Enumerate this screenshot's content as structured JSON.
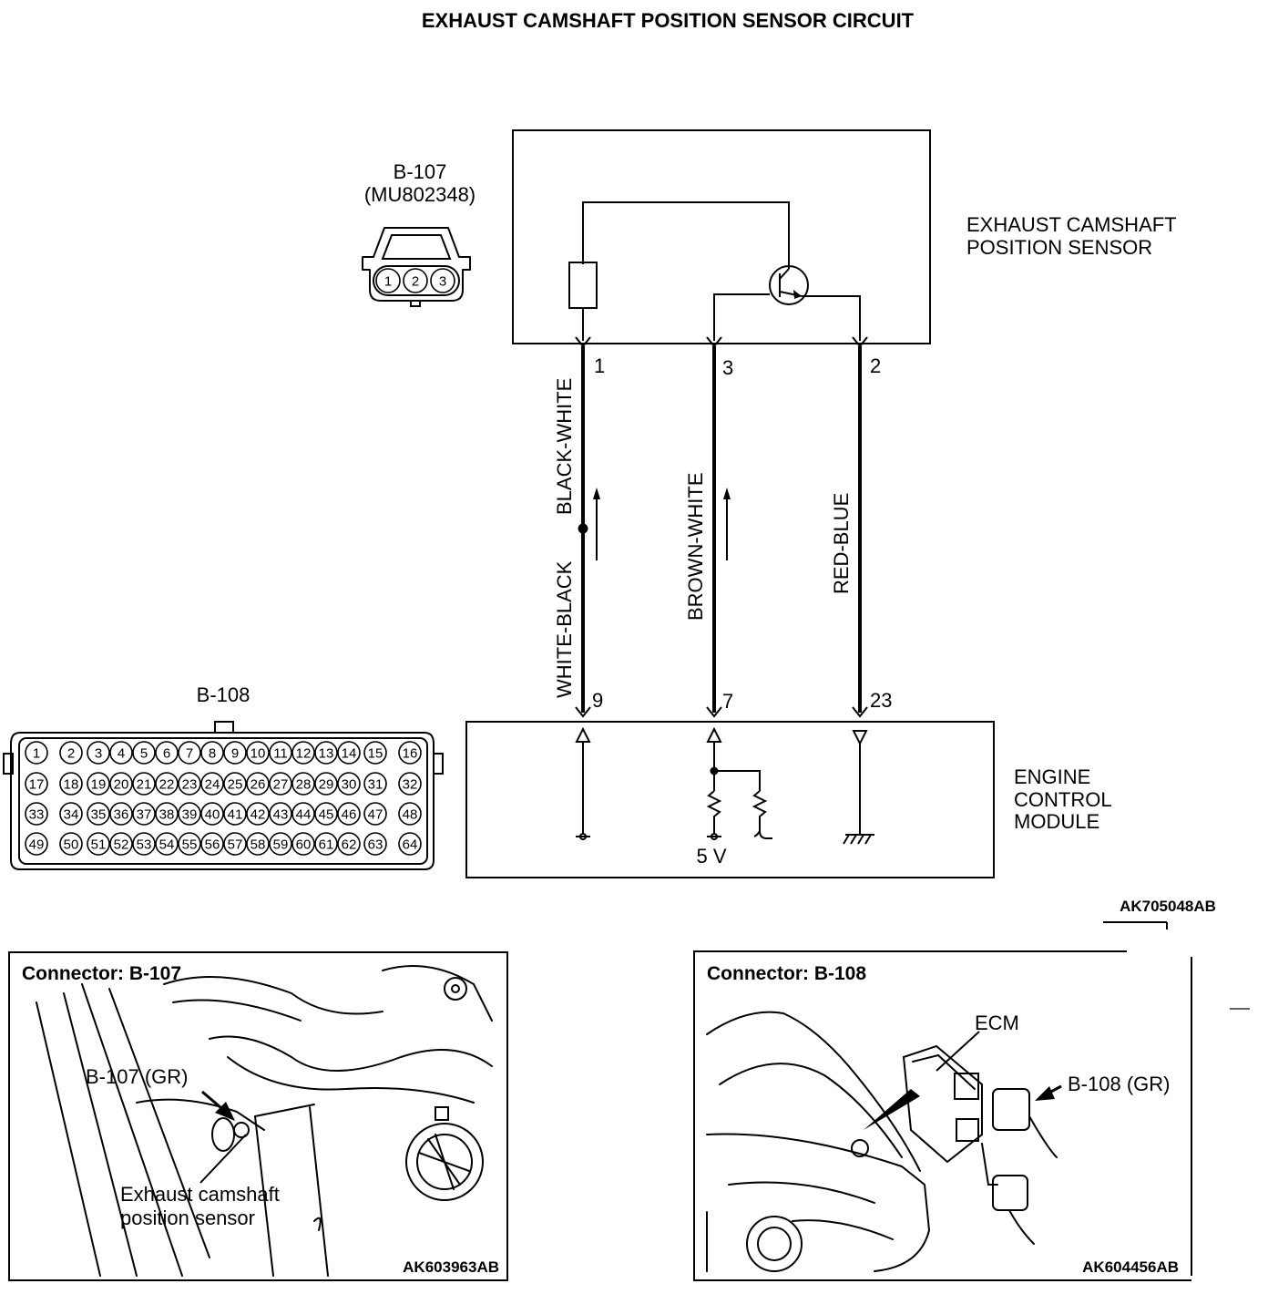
{
  "title": "EXHAUST CAMSHAFT POSITION SENSOR CIRCUIT",
  "sensor": {
    "name_line1": "EXHAUST CAMSHAFT",
    "name_line2": "POSITION SENSOR",
    "pins": [
      "1",
      "3",
      "2"
    ]
  },
  "ecm": {
    "name_line1": "ENGINE",
    "name_line2": "CONTROL",
    "name_line3": "MODULE",
    "pins": [
      "9",
      "7",
      "23"
    ],
    "supply_label": "5 V"
  },
  "wires": {
    "w1_upper": "BLACK-WHITE",
    "w1_lower": "WHITE-BLACK",
    "w2": "BROWN-WHITE",
    "w3": "RED-BLUE"
  },
  "connector_b107": {
    "name": "B-107",
    "part": "(MU802348)",
    "pins": [
      "1",
      "2",
      "3"
    ]
  },
  "connector_b108": {
    "name": "B-108",
    "rows": [
      [
        "1",
        "2",
        "3",
        "4",
        "5",
        "6",
        "7",
        "8",
        "9",
        "10",
        "11",
        "12",
        "13",
        "14",
        "15",
        "16"
      ],
      [
        "17",
        "18",
        "19",
        "20",
        "21",
        "22",
        "23",
        "24",
        "25",
        "26",
        "27",
        "28",
        "29",
        "30",
        "31",
        "32"
      ],
      [
        "33",
        "34",
        "35",
        "36",
        "37",
        "38",
        "39",
        "40",
        "41",
        "42",
        "43",
        "44",
        "45",
        "46",
        "47",
        "48"
      ],
      [
        "49",
        "50",
        "51",
        "52",
        "53",
        "54",
        "55",
        "56",
        "57",
        "58",
        "59",
        "60",
        "61",
        "62",
        "63",
        "64"
      ]
    ]
  },
  "figure_code_top": "AK705048AB",
  "panel_left": {
    "heading": "Connector: B-107",
    "callout": "B-107 (GR)",
    "caption_line1": "Exhaust camshaft",
    "caption_line2": "position sensor",
    "code": "AK603963AB"
  },
  "panel_right": {
    "heading": "Connector: B-108",
    "ecm_label": "ECM",
    "callout": "B-108 (GR)",
    "code": "AK604456AB"
  }
}
